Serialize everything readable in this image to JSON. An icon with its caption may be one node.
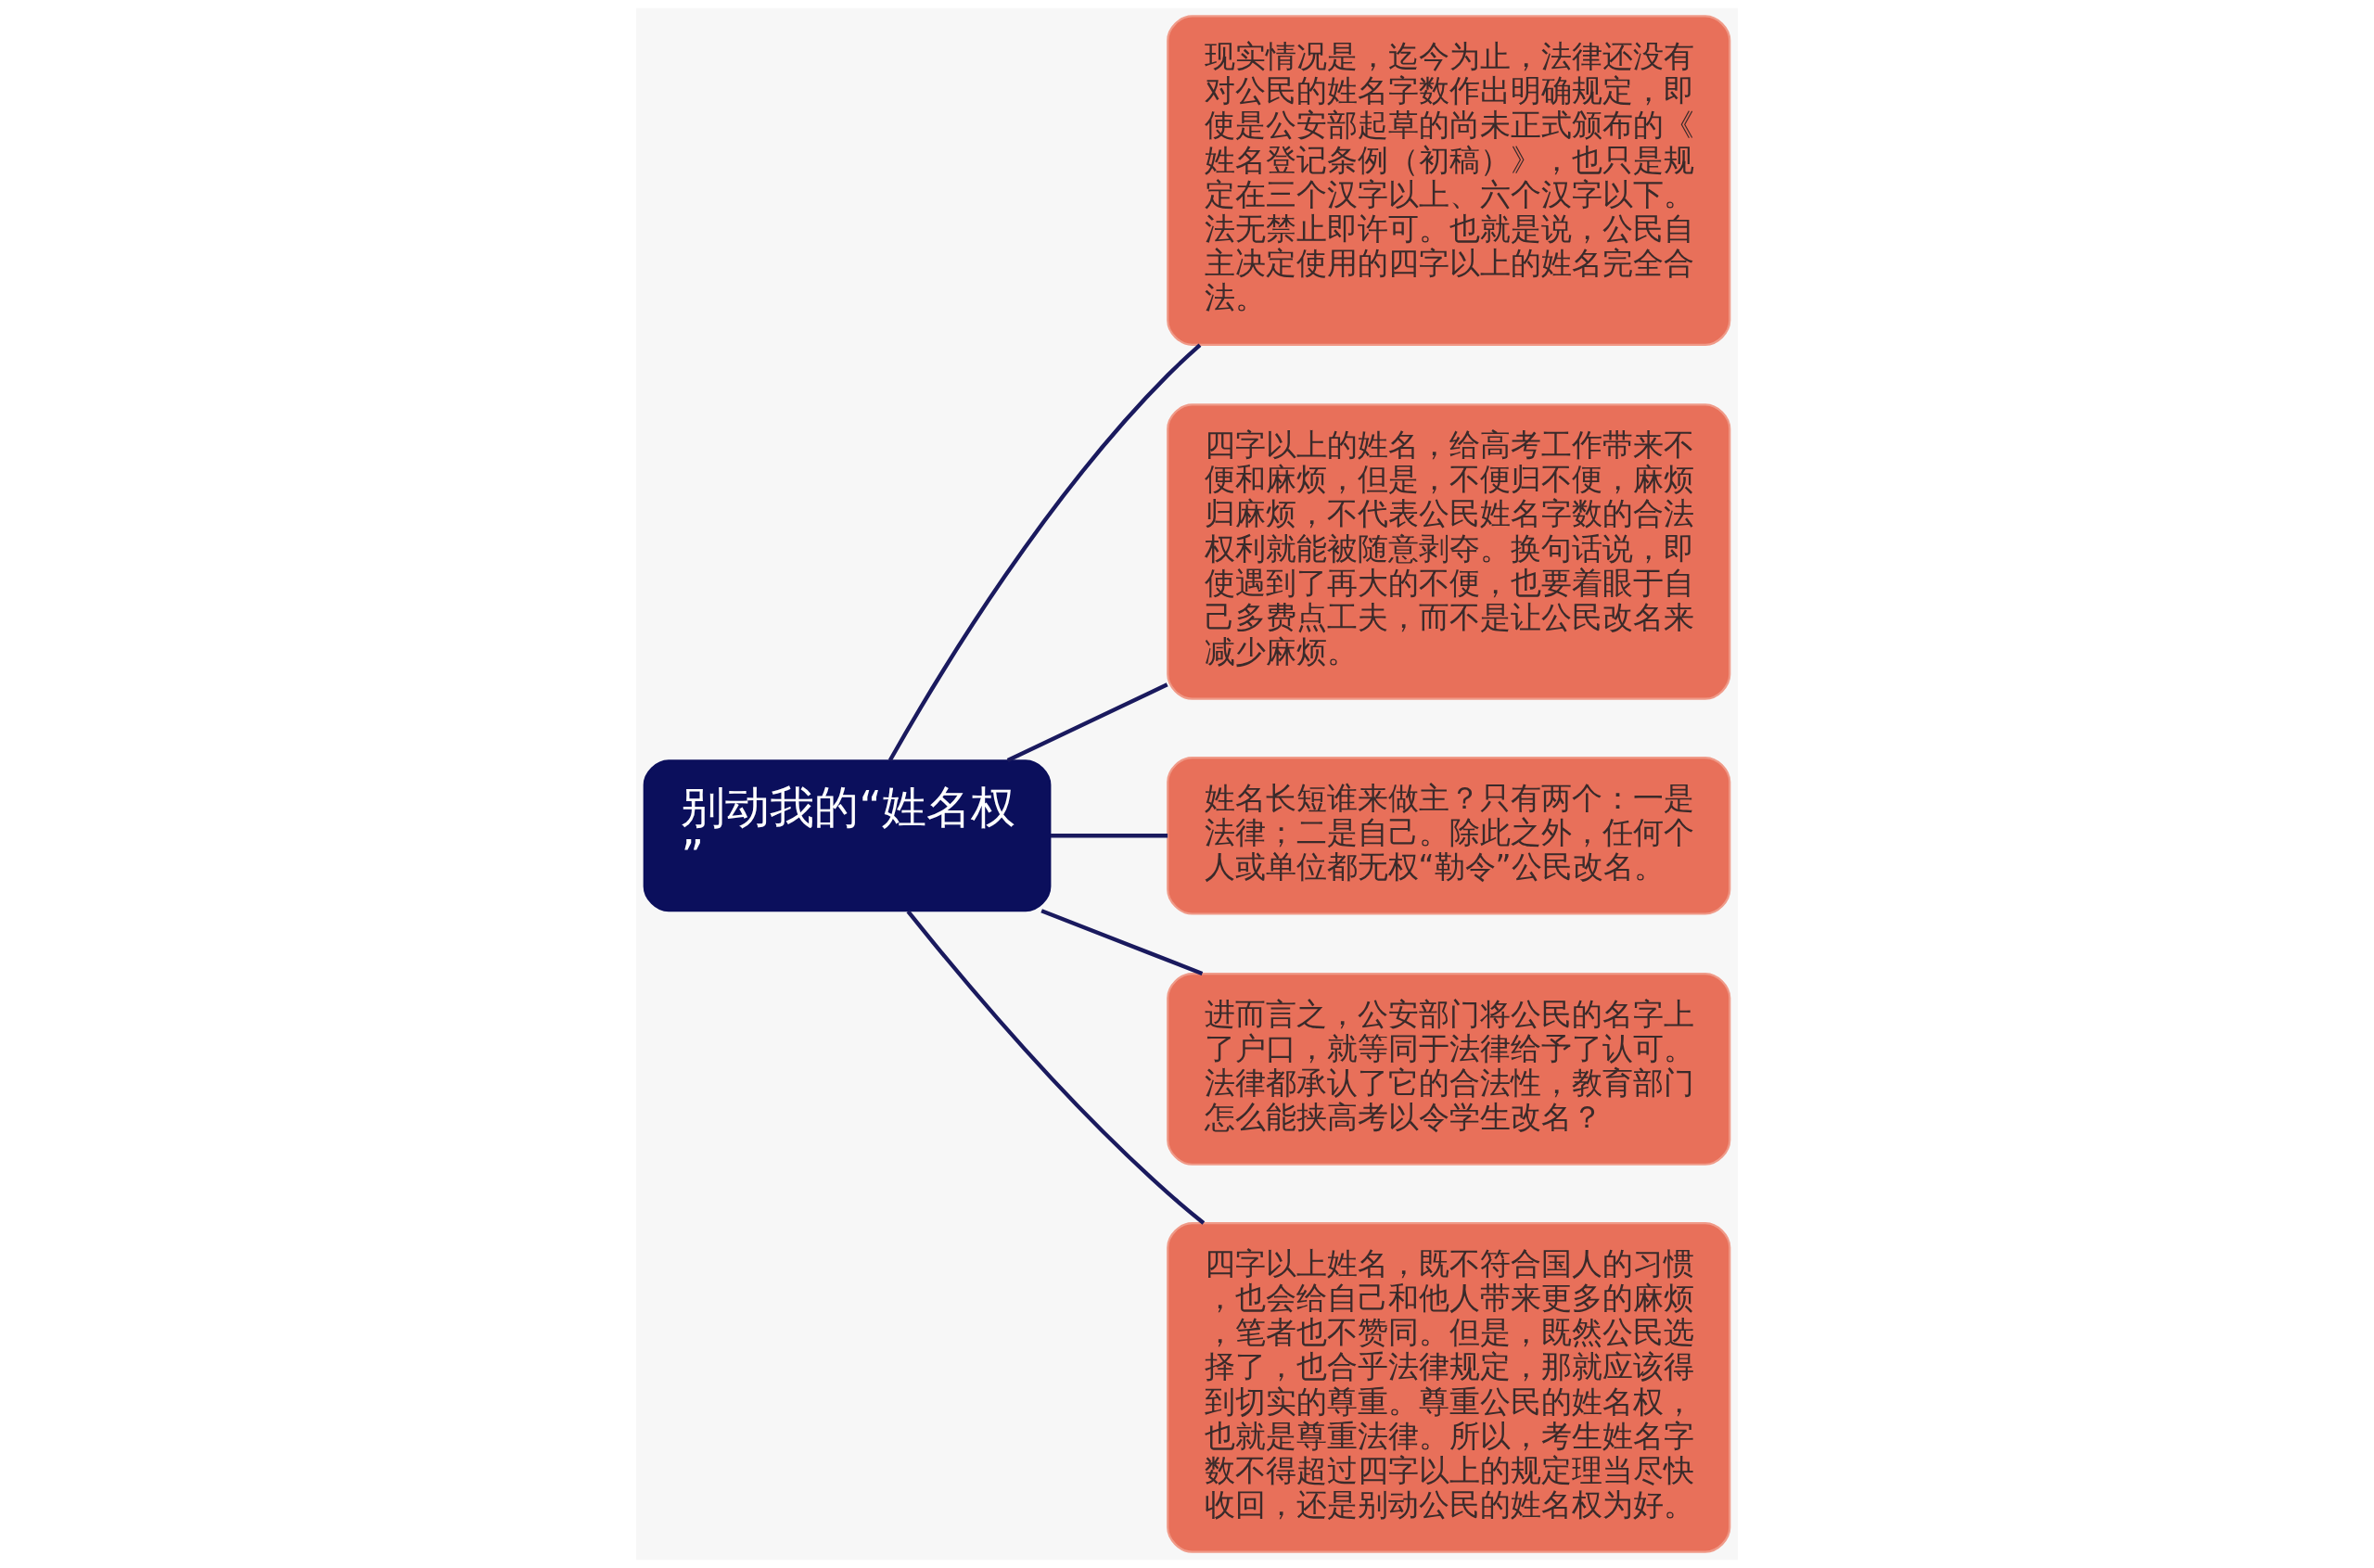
{
  "diagram": {
    "nodes": [
      {
        "text": [
          "别动我的“姓名权”"
        ]
      },
      {
        "text": [
          "现实情况是，迄今为止，法律还没有对公民的姓名字数作出明确规定，即使是公安部起草的尚未正式颁布的《姓名登记条例（初稿）》，也只是规定在三个汉字以上、六个汉字以下。法无禁止即许可。也就是说，公民自主决定使用的四字以上的姓名完全合法。"
        ]
      },
      {
        "text": [
          "四字以上的姓名，给高考工作带来不便和麻烦，但是，不便归不便，麻烦归麻烦，不代表公民姓名字数的合法权利就能被随意剥夺。换句话说，即使遇到了再大的不便，也要着眼于自己多费点工夫，而不是让公民改名来减少麻烦。"
        ]
      },
      {
        "text": [
          "姓名长短谁来做主？只有两个：一是法律；二是自己。除此之外，任何个人或单位都无权“勒令”公民改名。"
        ]
      },
      {
        "text": [
          "进而言之，公安部门将公民的名字上了户口，就等同于法律给予了认可。法律都承认了它的合法性，教育部门怎么能挟高考以令学生改名？"
        ]
      },
      {
        "text": [
          "四字以上姓名，既不符合国人的习惯，也会给自己和他人带来更多的麻烦，笔者也不赞同。但是，既然公民选择了，也合乎法律规定，那就应该得到切实的尊重。尊重公民的姓名权，也就是尊重法律。所以，考生姓名字数不得超过四字以上的规定理当尽快收回，还是别动公民的姓名权为好。"
        ]
      }
    ],
    "edges": [
      {
        "from": 0,
        "to": 1,
        "arrow": "none"
      },
      {
        "from": 0,
        "to": 2,
        "arrow": "none"
      },
      {
        "from": 0,
        "to": 3,
        "arrow": "none"
      },
      {
        "from": 0,
        "to": 4,
        "arrow": "none"
      },
      {
        "from": 0,
        "to": 5,
        "arrow": "none"
      }
    ]
  }
}
